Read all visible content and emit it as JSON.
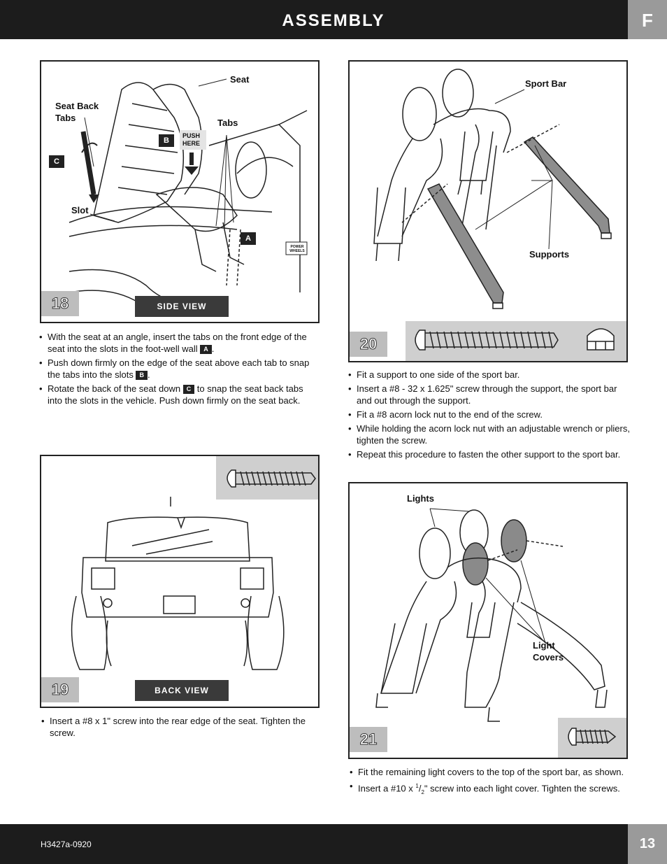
{
  "header": {
    "title": "ASSEMBLY",
    "section_tab": "F"
  },
  "footer": {
    "doc_code": "H3427a-0920",
    "page_number": "13"
  },
  "step18": {
    "number": "18",
    "view_label": "SIDE VIEW",
    "callouts": {
      "seat": "Seat",
      "seat_back_tabs_1": "Seat Back",
      "seat_back_tabs_2": "Tabs",
      "tabs": "Tabs",
      "slot": "Slot",
      "push_here_1": "PUSH",
      "push_here_2": "HERE",
      "power_wheels": "POWER WHEELS"
    },
    "badges": {
      "a": "A",
      "b": "B",
      "c": "C"
    },
    "instructions": [
      {
        "pre": "With the seat at an angle, insert the tabs on the front edge of the seat into the slots in the foot-well wall ",
        "badge": "A",
        "post": "."
      },
      {
        "pre": "Push down firmly on the edge of the seat above each tab to snap the tabs into the slots ",
        "badge": "B",
        "post": "."
      },
      {
        "pre": "Rotate the back of the seat down ",
        "badge": "C",
        "post": " to snap the seat back tabs into the slots in the vehicle. Push down firmly on the seat back."
      }
    ]
  },
  "step19": {
    "number": "19",
    "view_label": "BACK VIEW",
    "instructions": [
      "Insert a #8 x 1\" screw into the rear edge of the seat. Tighten the screw."
    ]
  },
  "step20": {
    "number": "20",
    "callouts": {
      "sport_bar": "Sport Bar",
      "supports": "Supports"
    },
    "instructions": [
      "Fit a support to one side of the sport bar.",
      "Insert a #8 - 32 x 1.625\" screw through the support, the sport bar and out through the support.",
      "Fit a #8 acorn lock nut to the end of the screw.",
      "While holding the acorn lock nut with an adjustable wrench or pliers, tighten the screw.",
      "Repeat this procedure to fasten the other support to the sport bar."
    ]
  },
  "step21": {
    "number": "21",
    "callouts": {
      "lights": "Lights",
      "light_covers_1": "Light",
      "light_covers_2": "Covers"
    },
    "instructions": [
      {
        "text": "Fit the remaining light covers to the top of the sport bar, as shown."
      },
      {
        "pre": "Insert a #10 x ",
        "num": "1",
        "den": "2",
        "post": "\" screw into each light cover. Tighten the screws."
      }
    ]
  },
  "colors": {
    "bar_dark": "#1c1c1c",
    "tab_grey": "#9a9a9a",
    "panel_grey": "#cfcfcf",
    "cover_grey": "#8a8a8a"
  }
}
